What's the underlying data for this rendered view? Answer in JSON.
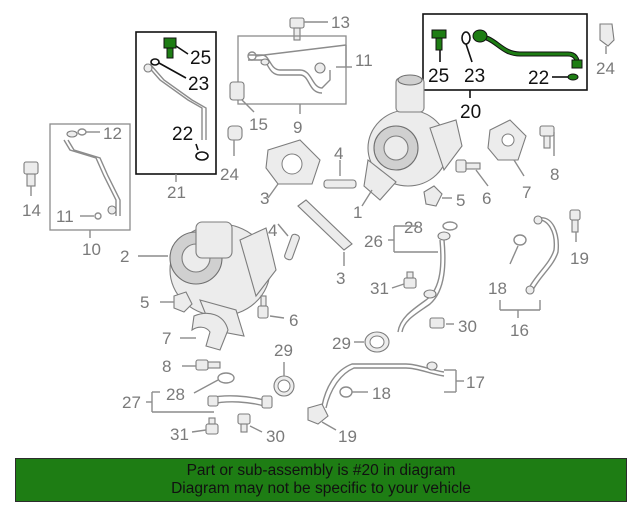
{
  "banner": {
    "line1": "Part or sub-assembly is #20 in diagram",
    "line2": "Diagram may not be specific to your vehicle",
    "background": "#1e7d14"
  },
  "highlight_color": "#1e7d14",
  "callouts": {
    "c13": "13",
    "c11a": "11",
    "c9": "9",
    "c15": "15",
    "c25a": "25",
    "c23a": "23",
    "c22a": "22",
    "c21": "21",
    "c24a": "24",
    "c12": "12",
    "c11b": "11",
    "c10": "10",
    "c14": "14",
    "c25b": "25",
    "c23b": "23",
    "c22b": "22",
    "c20": "20",
    "c24b": "24",
    "c1": "1",
    "c3a": "3",
    "c4a": "4",
    "c5a": "5",
    "c6a": "6",
    "c7a": "7",
    "c8a": "8",
    "c2": "2",
    "c4b": "4",
    "c3b": "3",
    "c28a": "28",
    "c26": "26",
    "c31a": "31",
    "c19a": "19",
    "c18a": "18",
    "c16": "16",
    "c30a": "30",
    "c29a": "29",
    "c5b": "5",
    "c6b": "6",
    "c7b": "7",
    "c8b": "8",
    "c28b": "28",
    "c27": "27",
    "c31b": "31",
    "c30b": "30",
    "c29b": "29",
    "c17": "17",
    "c18b": "18",
    "c19b": "19"
  }
}
